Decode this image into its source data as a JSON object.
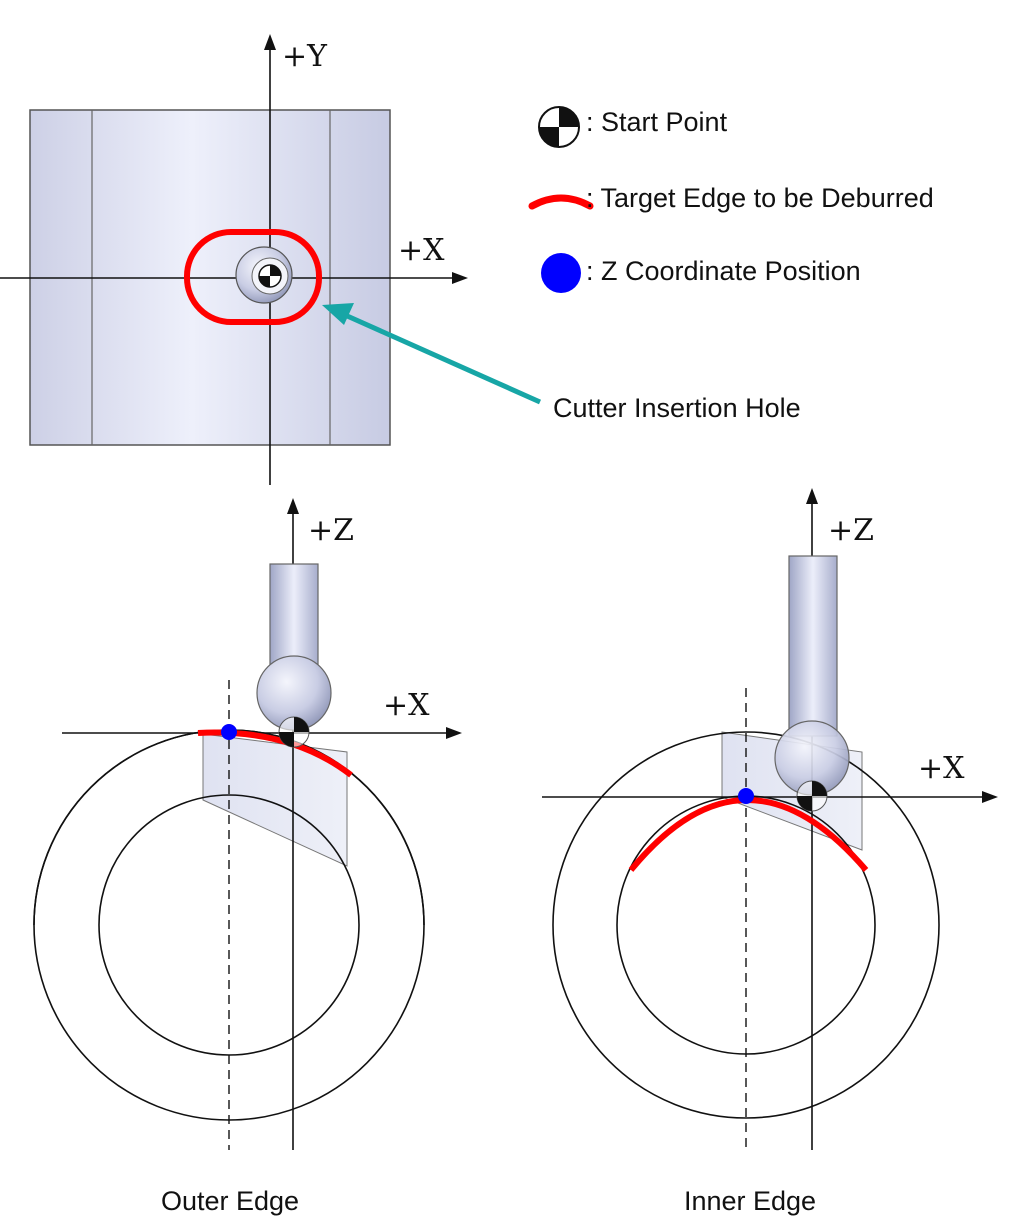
{
  "colors": {
    "target_edge": "#ff0000",
    "z_position": "#0000ff",
    "arrow": "#17a6a6",
    "workpiece": "#d6d9ef",
    "line": "#111111"
  },
  "top_view": {
    "axis_y_label": "+Y",
    "axis_x_label": "+X"
  },
  "legend": {
    "start_point": ": Start Point",
    "target_edge": ": Target Edge to be Deburred",
    "z_position": ": Z  Coordinate Position"
  },
  "callout": {
    "label": "Cutter Insertion Hole"
  },
  "outer_view": {
    "axis_z_label": "+Z",
    "axis_x_label": "+X",
    "caption": "Outer Edge"
  },
  "inner_view": {
    "axis_z_label": "+Z",
    "axis_x_label": "+X",
    "caption": "Inner Edge"
  }
}
